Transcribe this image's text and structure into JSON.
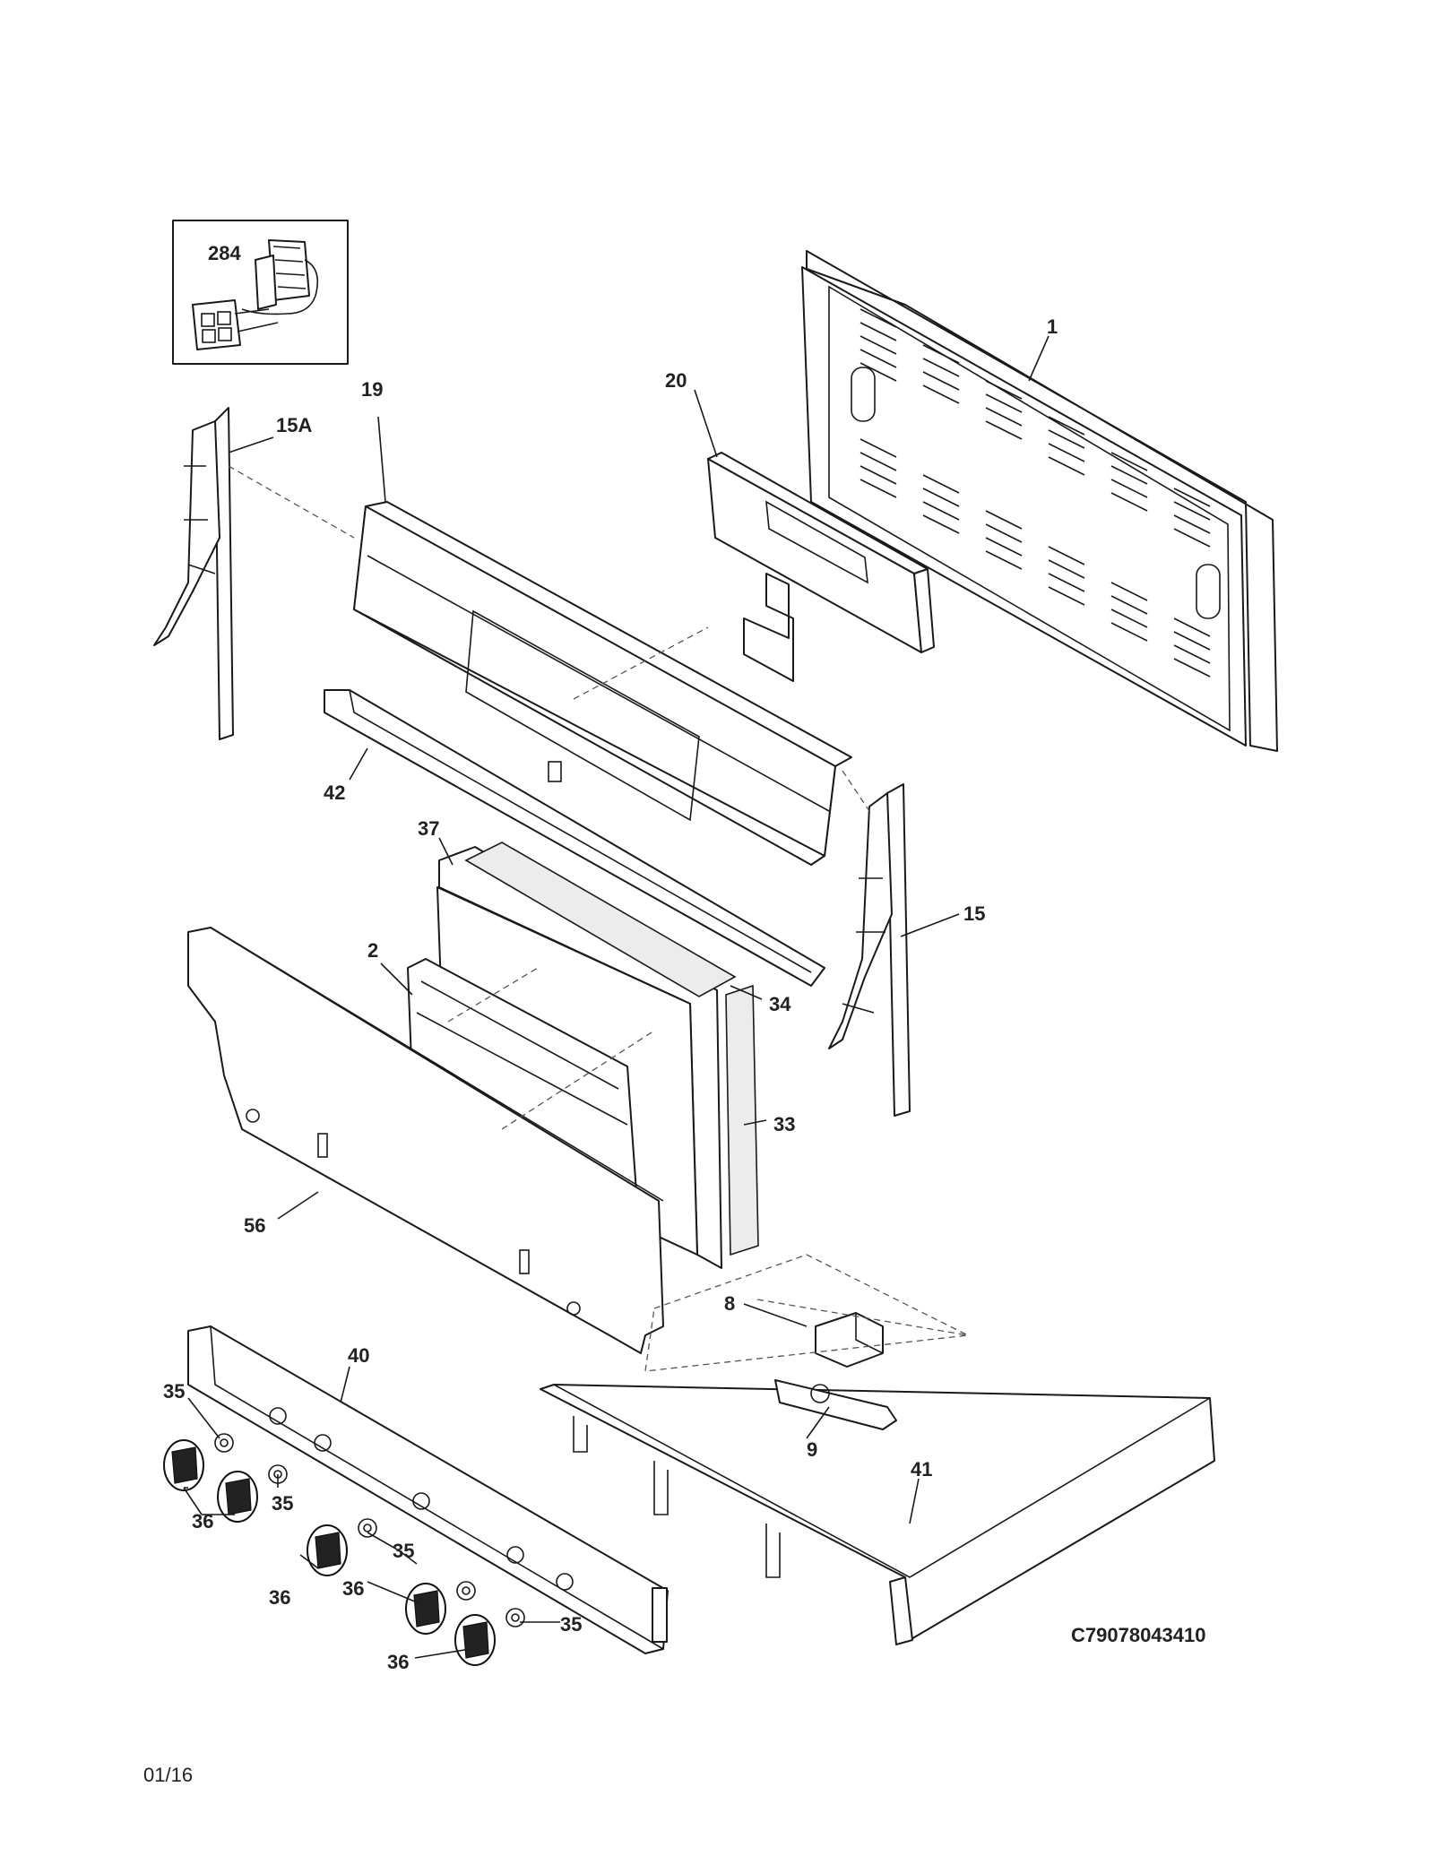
{
  "diagram": {
    "drawing_code": "C79078043410",
    "page_date": "01/16",
    "callouts": [
      {
        "id": "c284",
        "text": "284"
      },
      {
        "id": "c1",
        "text": "1"
      },
      {
        "id": "c19",
        "text": "19"
      },
      {
        "id": "c20",
        "text": "20"
      },
      {
        "id": "c15A",
        "text": "15A"
      },
      {
        "id": "c42",
        "text": "42"
      },
      {
        "id": "c37",
        "text": "37"
      },
      {
        "id": "c15",
        "text": "15"
      },
      {
        "id": "c2",
        "text": "2"
      },
      {
        "id": "c34",
        "text": "34"
      },
      {
        "id": "c33",
        "text": "33"
      },
      {
        "id": "c56",
        "text": "56"
      },
      {
        "id": "c8",
        "text": "8"
      },
      {
        "id": "c40",
        "text": "40"
      },
      {
        "id": "c9",
        "text": "9"
      },
      {
        "id": "c41",
        "text": "41"
      },
      {
        "id": "c35a",
        "text": "35"
      },
      {
        "id": "c35b",
        "text": "35"
      },
      {
        "id": "c35c",
        "text": "35"
      },
      {
        "id": "c35d",
        "text": "35"
      },
      {
        "id": "c36a",
        "text": "36"
      },
      {
        "id": "c36b",
        "text": "36"
      },
      {
        "id": "c36c",
        "text": "36"
      },
      {
        "id": "c36d",
        "text": "36"
      }
    ]
  }
}
